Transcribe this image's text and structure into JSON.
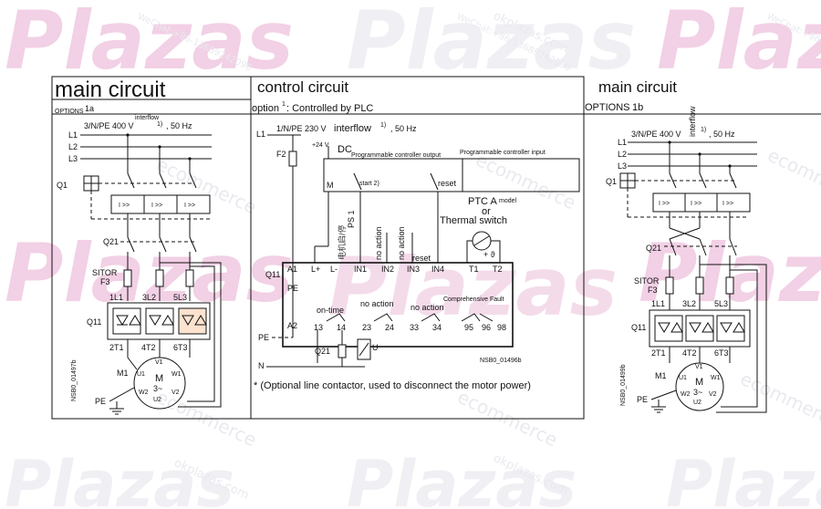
{
  "watermark": {
    "brand": "Plazas",
    "site": "okplazas.com",
    "wechat": "WeChat:+86-13689242098",
    "store": "ecommerce",
    "colors": {
      "pink": "#f3c9e3",
      "grey": "#e6e6ee",
      "green": "#d7f0c9"
    }
  },
  "left_panel": {
    "title": "main circuit",
    "options": "OPTIONS",
    "variant": "1a",
    "supply_a": "3/N/PE 400 V",
    "supply_interflow": "interflow",
    "supply_note": "1)",
    "supply_b": ", 50 Hz",
    "lines": [
      "L1",
      "L2",
      "L3"
    ],
    "q1": "Q1",
    "q21": "Q21",
    "sitor": "SITOR",
    "f3": "F3",
    "terms_top": [
      "1L1",
      "3L2",
      "5L3"
    ],
    "terms_bot": [
      "2T1",
      "4T2",
      "6T3"
    ],
    "q11": "Q11",
    "m1": "M1",
    "motor_m": "M",
    "motor_3": "3~",
    "motor_terms": [
      "V1",
      "U1",
      "W1",
      "W2",
      "U2",
      "V2"
    ],
    "pe": "PE",
    "code": "NSB0_01497b",
    "relay_mark": "I >>"
  },
  "control_panel": {
    "title": "control circuit",
    "option_label": "option",
    "option_sup": "1",
    "option_text": ": Controlled by PLC",
    "l1": "L1",
    "supply_a": "1/N/PE 230 V",
    "supply_interflow": "interflow",
    "supply_note": "1)",
    "supply_b": ", 50 Hz",
    "f2": "F2",
    "v24": "+24 V",
    "dc": "DC",
    "plc_out": "Programmable controller output",
    "plc_in": "Programmable controller input",
    "m": "M",
    "start": "start 2)",
    "reset": "reset",
    "ps1": "PS 1",
    "chinese": "电机启/停",
    "no_action": "no action",
    "reset2": "reset",
    "ptc_a": "PTC A",
    "ptc_model": "model",
    "ptc_or": "or",
    "thermal": "Thermal switch",
    "q11": "Q11",
    "a1": "A1",
    "a2": "A2",
    "pe": "PE",
    "lplus": "L+",
    "lminus": "L-",
    "inputs": [
      "IN1",
      "IN2",
      "IN3",
      "IN4"
    ],
    "t1": "T1",
    "t2": "T2",
    "theta": "+ ϑ",
    "fault": "Comprehensive Fault",
    "on_time": "on-time",
    "no_action_1": "no action",
    "no_action_2": "no action",
    "contacts": [
      "13",
      "14",
      "23",
      "24",
      "33",
      "34",
      "95",
      "96",
      "98"
    ],
    "q21": "Q21",
    "u": "U",
    "n": "N",
    "code": "NSB0_01496b",
    "note": "(Optional line contactor, used to disconnect the motor power)"
  },
  "right_panel": {
    "title": "main circuit",
    "options": "OPTIONS",
    "variant": "1b",
    "supply_a": "3/N/PE 400 V",
    "supply_interflow": "interflow",
    "supply_note": "1)",
    "supply_b": ", 50 Hz",
    "lines": [
      "L1",
      "L2",
      "L3"
    ],
    "q1": "Q1",
    "q21": "Q21",
    "sitor": "SITOR",
    "f3": "F3",
    "terms_top": [
      "1L1",
      "3L2",
      "5L3"
    ],
    "terms_bot": [
      "2T1",
      "4T2",
      "6T3"
    ],
    "q11": "Q11",
    "m1": "M1",
    "motor_m": "M",
    "motor_3": "3~",
    "motor_terms": [
      "V1",
      "U1",
      "W1",
      "W2",
      "U2",
      "V2"
    ],
    "pe": "PE",
    "code": "NSB0_01499b",
    "relay_mark": "I >>"
  }
}
